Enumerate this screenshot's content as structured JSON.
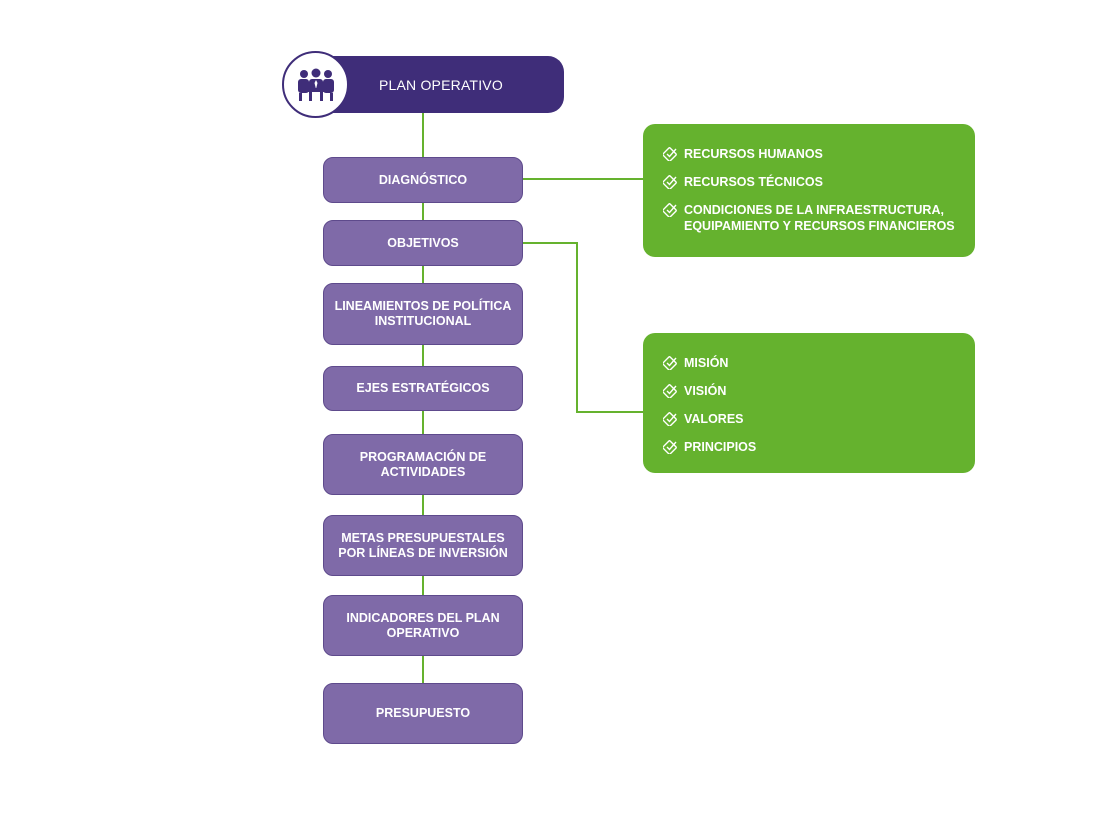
{
  "header": {
    "title": "PLAN OPERATIVO",
    "icon": "team-meeting-icon"
  },
  "steps": [
    "DIAGNÓSTICO",
    "OBJETIVOS",
    "LINEAMIENTOS DE POLÍTICA INSTITUCIONAL",
    "EJES ESTRATÉGICOS",
    "PROGRAMACIÓN DE ACTIVIDADES",
    "METAS PRESUPUESTALES POR LÍNEAS DE INVERSIÓN",
    "INDICADORES DEL PLAN OPERATIVO",
    "PRESUPUESTO"
  ],
  "diagnostico_panel": {
    "items": [
      "RECURSOS HUMANOS",
      "RECURSOS TÉCNICOS",
      "CONDICIONES DE LA INFRAESTRUCTURA, EQUIPAMIENTO Y RECURSOS FINANCIEROS"
    ]
  },
  "objetivos_panel": {
    "items": [
      "MISIÓN",
      "VISIÓN",
      "VALORES",
      "PRINCIPIOS"
    ]
  },
  "colors": {
    "header": "#3f2d79",
    "step": "#7f6aa8",
    "panel": "#65b22e",
    "connector": "#65b22e"
  }
}
